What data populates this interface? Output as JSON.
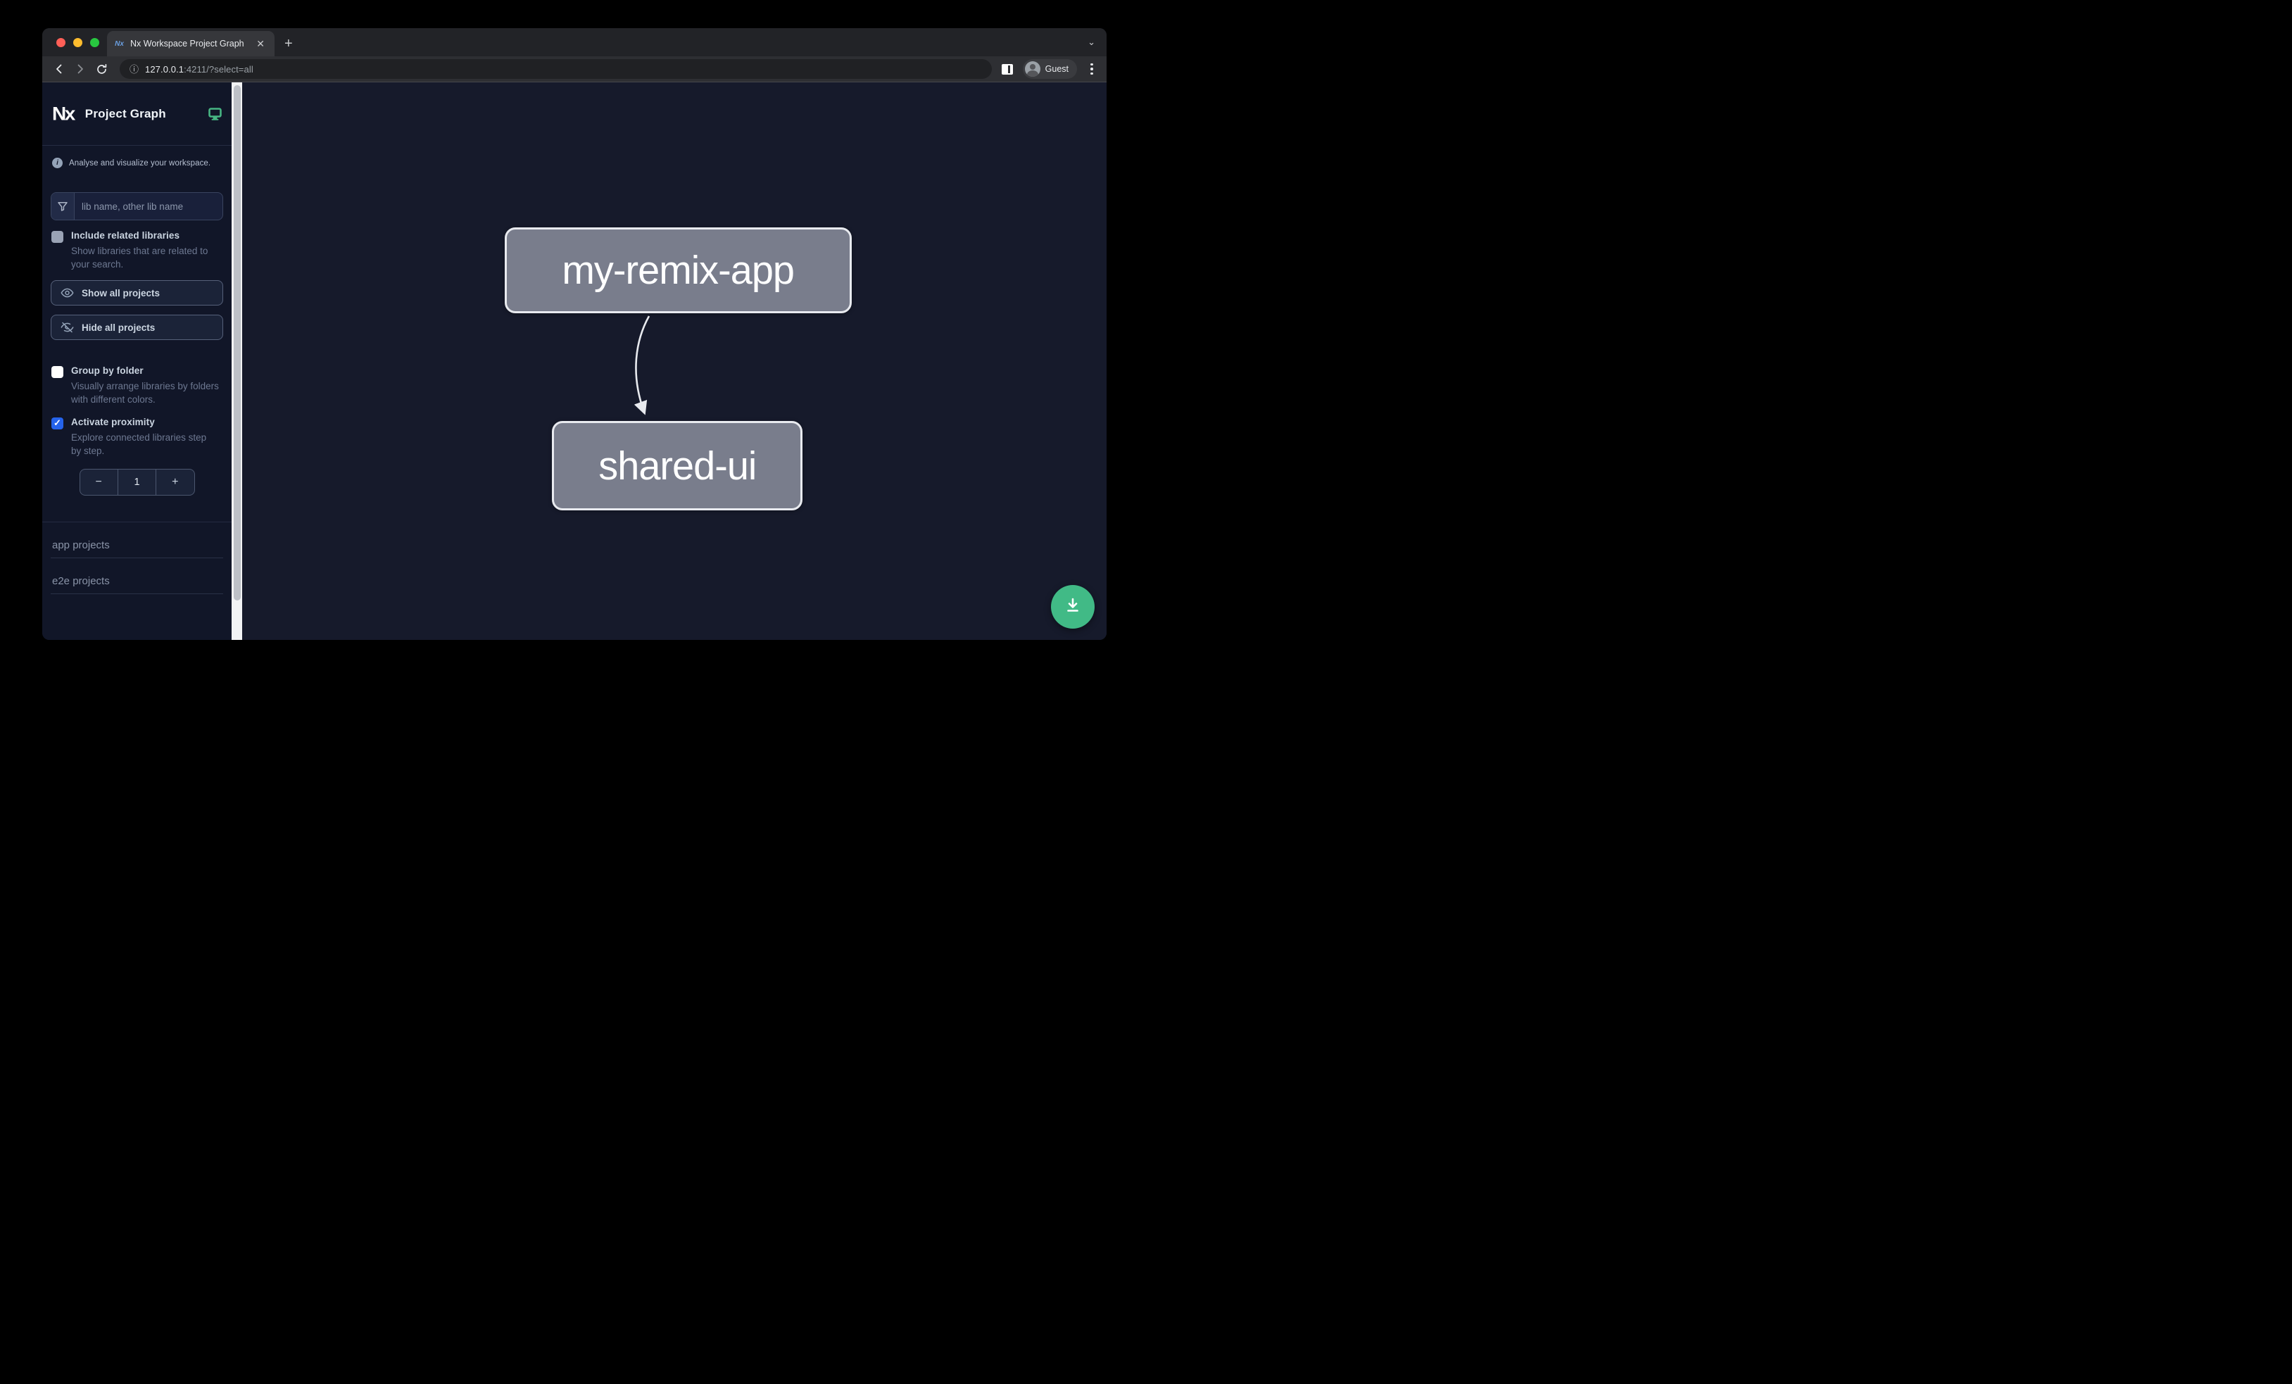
{
  "browser": {
    "tab_title": "Nx Workspace Project Graph",
    "tab_close_glyph": "✕",
    "new_tab_glyph": "+",
    "tab_chevron_glyph": "⌄",
    "favicon_text": "Nx",
    "url_host": "127.0.0.1",
    "url_path": ":4211/?select=all",
    "profile_label": "Guest"
  },
  "sidebar": {
    "logo_text": "Nx",
    "title": "Project Graph",
    "tagline": "Analyse and visualize your workspace.",
    "info_glyph": "i",
    "search": {
      "placeholder": "lib name, other lib name"
    },
    "include_related": {
      "label": "Include related libraries",
      "description": "Show libraries that are related to your search.",
      "checked": false,
      "check_glyph": ""
    },
    "show_all_label": "Show all projects",
    "hide_all_label": "Hide all projects",
    "group_by_folder": {
      "label": "Group by folder",
      "description": "Visually arrange libraries by folders with different colors.",
      "checked": false,
      "check_glyph": ""
    },
    "activate_proximity": {
      "label": "Activate proximity",
      "description": "Explore connected libraries step by step.",
      "checked": true,
      "check_glyph": "✓"
    },
    "proximity_stepper": {
      "decrement": "−",
      "value": "1",
      "increment": "+"
    },
    "sections": [
      {
        "label": "app projects"
      },
      {
        "label": "e2e projects"
      }
    ]
  },
  "graph": {
    "nodes": [
      {
        "label": "my-remix-app"
      },
      {
        "label": "shared-ui"
      }
    ],
    "edges": [
      {
        "from": "my-remix-app",
        "to": "shared-ui"
      }
    ]
  },
  "colors": {
    "accent_green": "#41ba86",
    "checkbox_blue": "#2563eb",
    "node_fill": "#797d8c",
    "node_border": "#e8eaef",
    "sidebar_bg": "#111628",
    "canvas_bg": "#161a2b"
  }
}
